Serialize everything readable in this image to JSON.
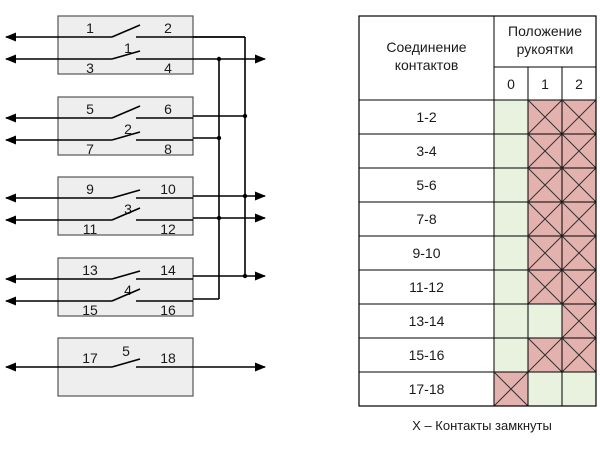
{
  "switches": [
    {
      "label": "1",
      "top": {
        "left": "1",
        "right": "2",
        "closed": false
      },
      "bottom": {
        "left": "3",
        "right": "4",
        "closed": true
      }
    },
    {
      "label": "2",
      "top": {
        "left": "5",
        "right": "6",
        "closed": false
      },
      "bottom": {
        "left": "7",
        "right": "8",
        "closed": true
      }
    },
    {
      "label": "3",
      "top": {
        "left": "9",
        "right": "10",
        "closed": true
      },
      "bottom": {
        "left": "11",
        "right": "12",
        "closed": false
      }
    },
    {
      "label": "4",
      "top": {
        "left": "13",
        "right": "14",
        "closed": true
      },
      "bottom": {
        "left": "15",
        "right": "16",
        "closed": false
      }
    },
    {
      "label": "5",
      "top": {
        "left": "17",
        "right": "18",
        "closed": true
      },
      "bottom": null
    }
  ],
  "table": {
    "header_connection": [
      "Соединение",
      "контактов"
    ],
    "header_position": [
      "Положение",
      "рукоятки"
    ],
    "positions": [
      "0",
      "1",
      "2"
    ],
    "rows": [
      {
        "name": "1-2",
        "closed": [
          false,
          true,
          true
        ]
      },
      {
        "name": "3-4",
        "closed": [
          false,
          true,
          true
        ]
      },
      {
        "name": "5-6",
        "closed": [
          false,
          true,
          true
        ]
      },
      {
        "name": "7-8",
        "closed": [
          false,
          true,
          true
        ]
      },
      {
        "name": "9-10",
        "closed": [
          false,
          true,
          true
        ]
      },
      {
        "name": "11-12",
        "closed": [
          false,
          true,
          true
        ]
      },
      {
        "name": "13-14",
        "closed": [
          false,
          false,
          true
        ]
      },
      {
        "name": "15-16",
        "closed": [
          false,
          true,
          true
        ]
      },
      {
        "name": "17-18",
        "closed": [
          true,
          false,
          false
        ]
      }
    ],
    "colors": {
      "open": "#e8f2df",
      "closed": "#e3b2ae"
    }
  },
  "legend": "X – Контакты замкнуты"
}
